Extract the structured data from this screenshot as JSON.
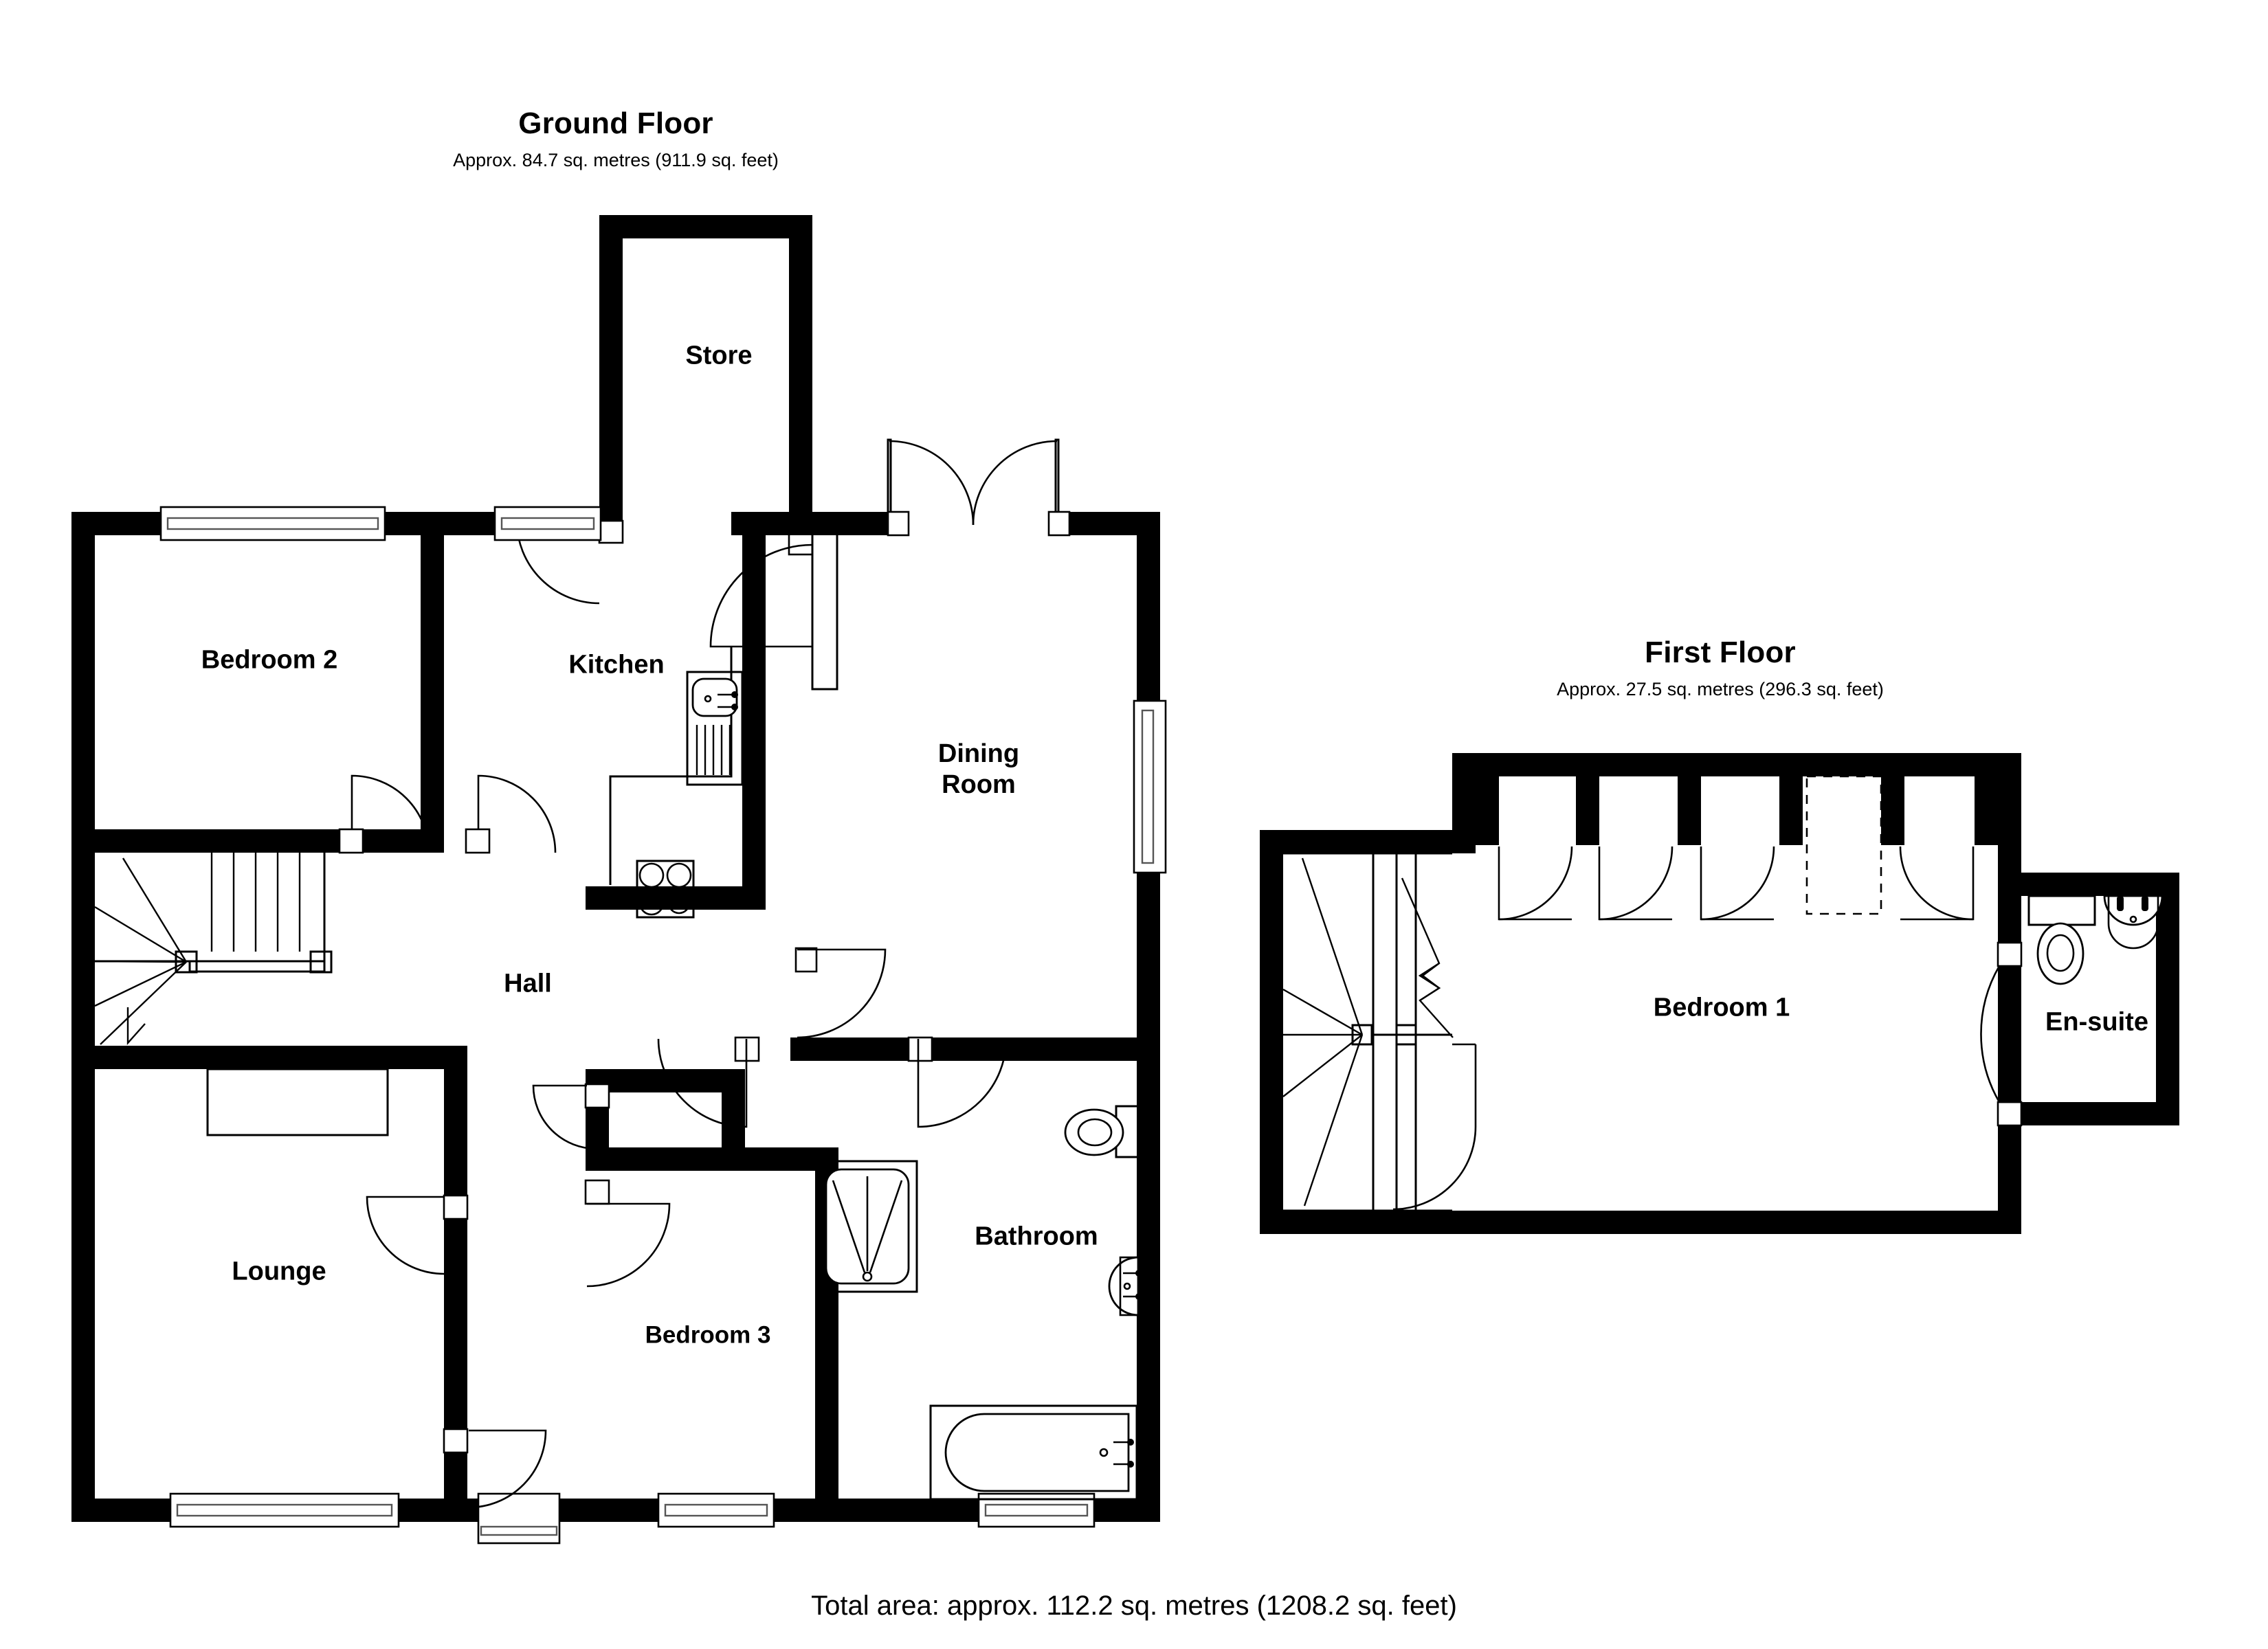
{
  "document": {
    "type": "floor-plan",
    "background_color": "#ffffff",
    "line_color": "#000000"
  },
  "ground_floor": {
    "title": "Ground Floor",
    "subtitle": "Approx. 84.7 sq. metres (911.9 sq. feet)",
    "rooms": [
      {
        "id": "store",
        "label": "Store"
      },
      {
        "id": "bedroom2",
        "label": "Bedroom 2"
      },
      {
        "id": "kitchen",
        "label": "Kitchen"
      },
      {
        "id": "dining-room",
        "label": "Dining\nRoom",
        "line1": "Dining",
        "line2": "Room"
      },
      {
        "id": "hall",
        "label": "Hall"
      },
      {
        "id": "lounge",
        "label": "Lounge"
      },
      {
        "id": "bedroom3",
        "label": "Bedroom 3"
      },
      {
        "id": "bathroom",
        "label": "Bathroom"
      }
    ],
    "fixtures": [
      "kitchen-sink",
      "kitchen-drainer",
      "hob-4-burner",
      "shower-tray",
      "wc",
      "wash-basin",
      "bath",
      "staircase-winder",
      "stair-direction-arrow",
      "chimney-breast"
    ]
  },
  "first_floor": {
    "title": "First Floor",
    "subtitle": "Approx. 27.5 sq. metres (296.3 sq. feet)",
    "rooms": [
      {
        "id": "bedroom1",
        "label": "Bedroom 1"
      },
      {
        "id": "ensuite",
        "label": "En-suite"
      }
    ],
    "fixtures": [
      "staircase-winder",
      "wc",
      "wash-basin",
      "loft-hatch",
      "eaves-doors"
    ]
  },
  "footer": {
    "total_area": "Total area: approx. 112.2 sq. metres (1208.2 sq. feet)"
  }
}
